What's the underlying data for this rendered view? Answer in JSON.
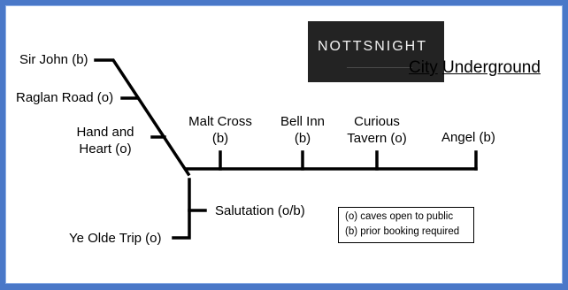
{
  "brand": {
    "logo_text": "NOTTSNIGHT",
    "subtitle_part1": "City",
    "subtitle_part2": "Underground"
  },
  "stations": [
    {
      "name": "Sir John (b)",
      "status": "b"
    },
    {
      "name": "Raglan Road (o)",
      "status": "o"
    },
    {
      "name_line1": "Hand and",
      "name_line2": "Heart (o)",
      "status": "o"
    },
    {
      "name_line1": "Malt Cross",
      "name_line2": "(b)",
      "status": "b"
    },
    {
      "name_line1": "Bell Inn",
      "name_line2": "(b)",
      "status": "b"
    },
    {
      "name_line1": "Curious",
      "name_line2": "Tavern (o)",
      "status": "o"
    },
    {
      "name": "Angel (b)",
      "status": "b"
    },
    {
      "name": "Salutation (o/b)",
      "status": "o/b"
    },
    {
      "name": "Ye Olde Trip (o)",
      "status": "o"
    }
  ],
  "legend": {
    "line1": "(o) caves open to public",
    "line2": "(b) prior booking required"
  },
  "colors": {
    "frame": "#4a78c8",
    "logo_bg": "#232323",
    "line": "#000000"
  }
}
